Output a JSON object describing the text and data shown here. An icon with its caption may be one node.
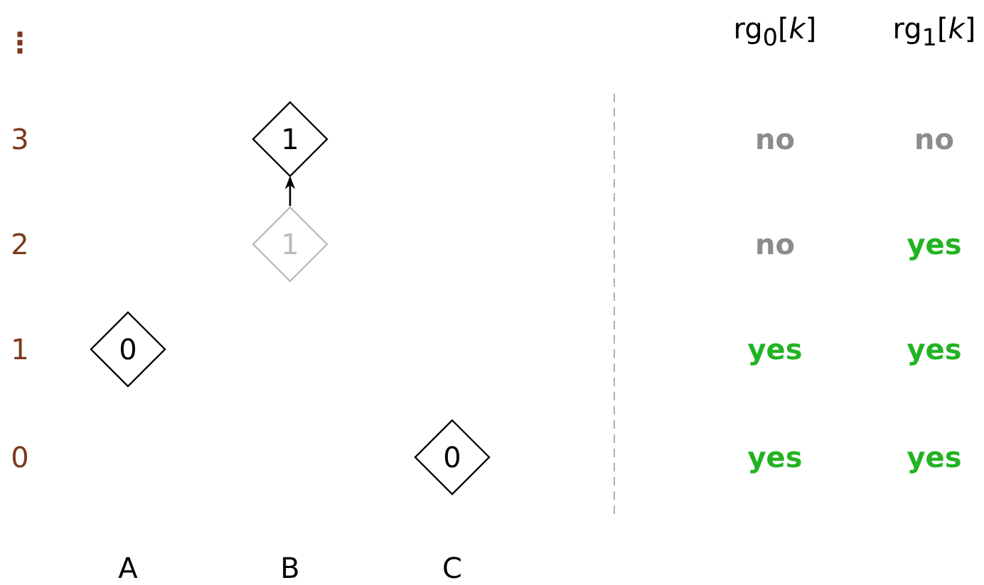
{
  "diagram": {
    "nodes": [
      {
        "text": [
          "1"
        ]
      },
      {
        "text": [
          "1"
        ]
      },
      {
        "text": [
          "0"
        ]
      },
      {
        "text": [
          "0"
        ]
      }
    ],
    "edges": [
      {
        "from": 1,
        "to": 0,
        "arrow": "to"
      }
    ],
    "labels": [
      "⋮",
      "rg$_{0}$[*k*]",
      "rg$_{1}$[*k*]",
      "3",
      "no",
      "no",
      "2",
      "no",
      "yes",
      "1",
      "yes",
      "yes",
      "0",
      "yes",
      "yes",
      "A",
      "B",
      "C"
    ]
  }
}
